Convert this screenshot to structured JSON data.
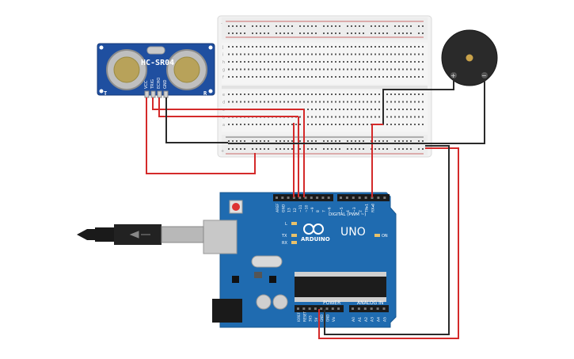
{
  "sensor": {
    "model": "HC-SR04",
    "left_mark": "T",
    "right_mark": "R",
    "pins": [
      "VCC",
      "TRIG",
      "ECHO",
      "GND"
    ]
  },
  "breadboard": {
    "row_letters_top": [
      "j",
      "i",
      "h",
      "g",
      "f"
    ],
    "row_letters_bottom": [
      "e",
      "d",
      "c",
      "b",
      "a"
    ],
    "rail_plus": "+",
    "rail_minus": "-"
  },
  "buzzer": {
    "plus": "+",
    "minus": "−"
  },
  "arduino": {
    "logo": "ARDUINO",
    "model": "UNO",
    "on_label": "ON",
    "tx": "TX",
    "rx": "RX",
    "l_label": "L",
    "digital_label": "DIGITAL (PWM ~)",
    "power_label": "POWER",
    "analog_label": "ANALOG IN",
    "digital_pins": [
      "AREF",
      "GND",
      "13",
      "12",
      "~11",
      "~10",
      "~9",
      "8",
      "7",
      "~6",
      "~5",
      "4",
      "~3",
      "2",
      "TX▸1",
      "RX◂0"
    ],
    "power_pins": [
      "IOREF",
      "RESET",
      "3V3",
      "5V",
      "GND",
      "GND",
      "Vin"
    ],
    "analog_pins": [
      "A0",
      "A1",
      "A2",
      "A3",
      "A4",
      "A5"
    ]
  },
  "wire_colors": {
    "red": "#d42a2a",
    "black": "#2a2a2a",
    "board": "#1f6bb0"
  }
}
